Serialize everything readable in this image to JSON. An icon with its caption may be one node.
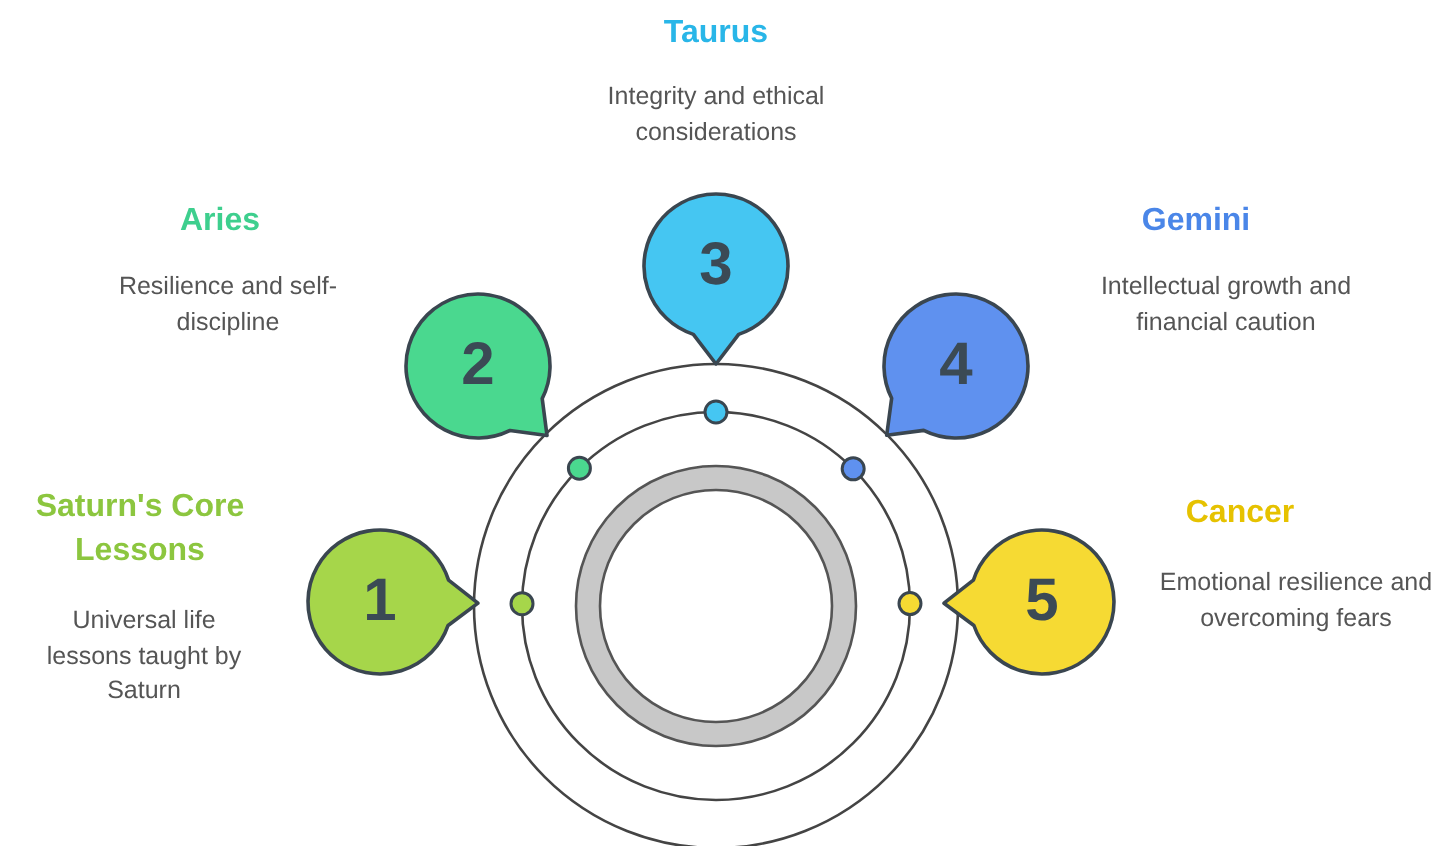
{
  "diagram": {
    "nodes": [
      {
        "text": [
          "1"
        ],
        "beside": [
          "Saturn's Core Lessons",
          "Universal life lessons taught by Saturn"
        ]
      },
      {
        "text": [
          "2"
        ],
        "beside": [
          "Aries",
          "Resilience and self-discipline"
        ]
      },
      {
        "text": [
          "3"
        ],
        "beside": [
          "Taurus",
          "Integrity and ethical considerations"
        ]
      },
      {
        "text": [
          "4"
        ],
        "beside": [
          "Gemini",
          "Intellectual growth and financial caution"
        ]
      },
      {
        "text": [
          "5"
        ],
        "beside": [
          "Cancer",
          "Emotional resilience and overcoming fears"
        ]
      }
    ]
  }
}
